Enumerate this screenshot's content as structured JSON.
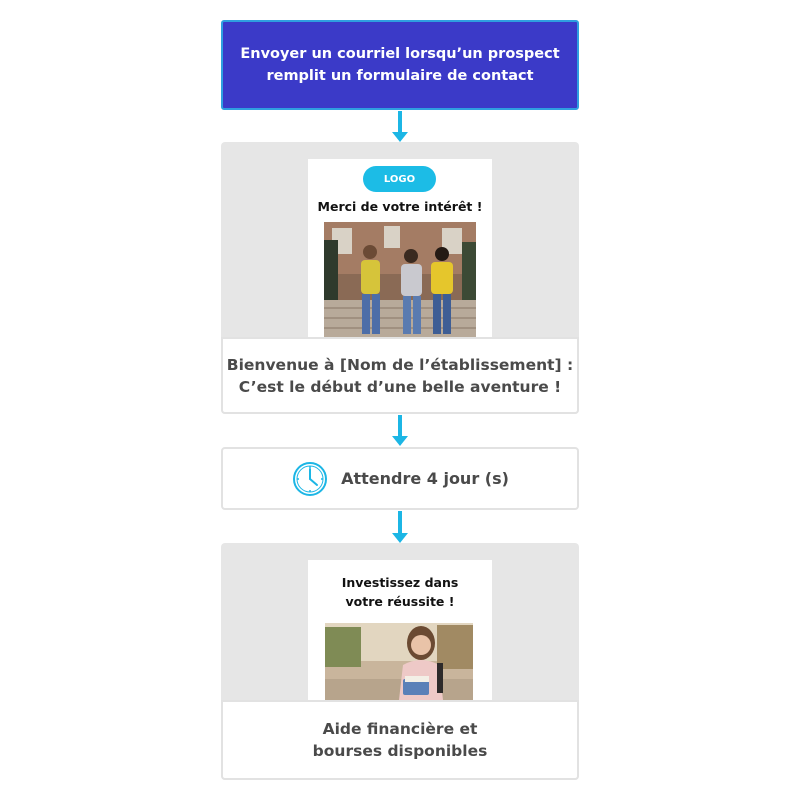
{
  "trigger": {
    "text": "Envoyer un courriel lorsqu’un prospect\nremplit un formulaire de contact"
  },
  "email1": {
    "logo": "LOGO",
    "title": "Merci de votre intérêt !",
    "caption": "Bienvenue à [Nom de l’établissement] :\nC’est le début d’une belle aventure !"
  },
  "wait": {
    "icon": "clock-icon",
    "label": "Attendre 4 jour (s)"
  },
  "email2": {
    "title": "Investissez dans\nvotre réussite !",
    "caption": "Aide financière et\nbourses disponibles"
  },
  "colors": {
    "trigger_bg": "#3b3ac8",
    "accent": "#1cb6e5",
    "card_bg": "#e6e6e6",
    "text_dark": "#4a4a4a"
  }
}
